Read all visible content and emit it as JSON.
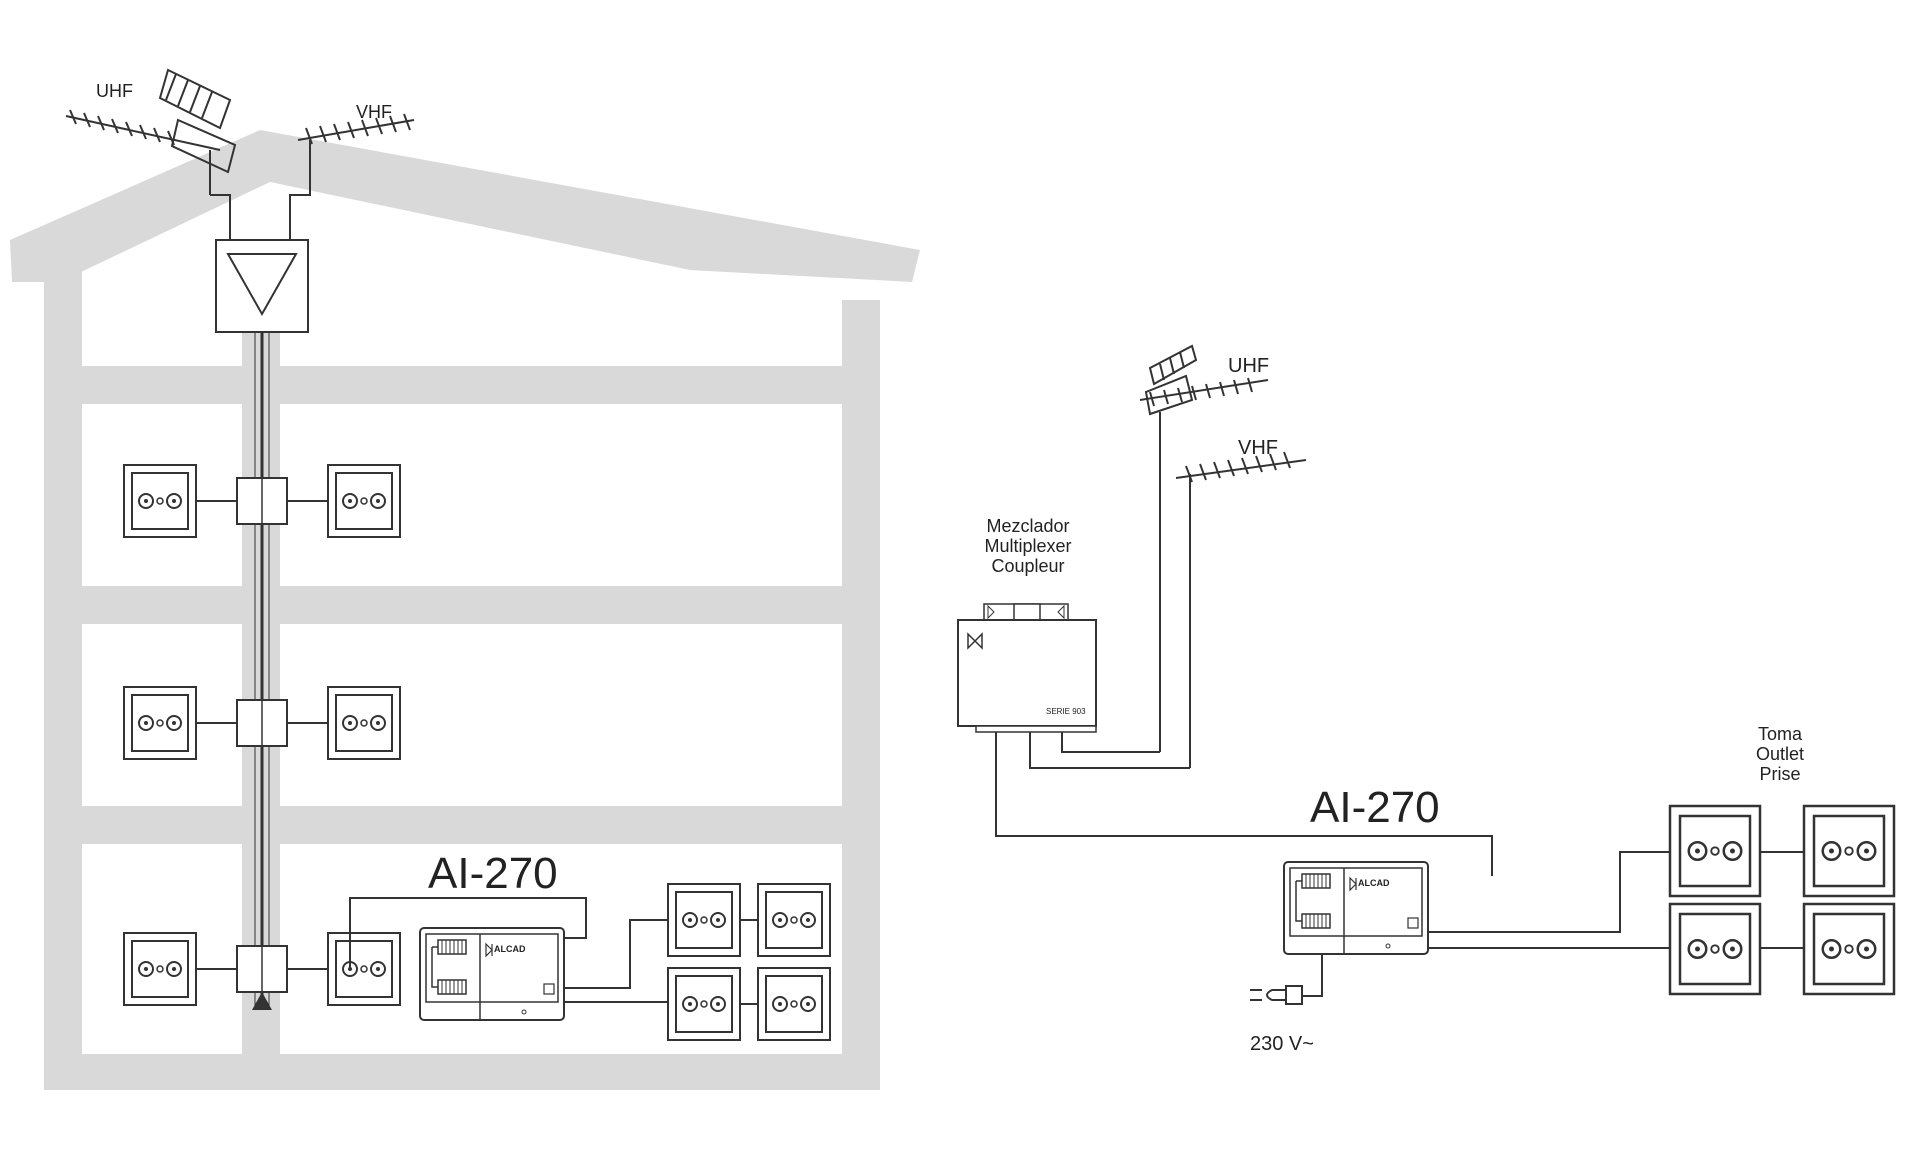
{
  "left": {
    "uhf_label": "UHF",
    "vhf_label": "VHF",
    "model_label": "AI-270",
    "amp_brand": "ALCAD"
  },
  "right": {
    "uhf_label": "UHF",
    "vhf_label": "VHF",
    "mixer_label_es": "Mezclador",
    "mixer_label_en": "Multiplexer",
    "mixer_label_fr": "Coupleur",
    "mixer_series": "SERIE 903",
    "model_label": "AI-270",
    "amp_brand": "ALCAD",
    "outlet_label_es": "Toma",
    "outlet_label_en": "Outlet",
    "outlet_label_fr": "Prise",
    "power_label": "230 V~"
  },
  "colors": {
    "house": "#d9d9d9",
    "line": "#333333"
  }
}
